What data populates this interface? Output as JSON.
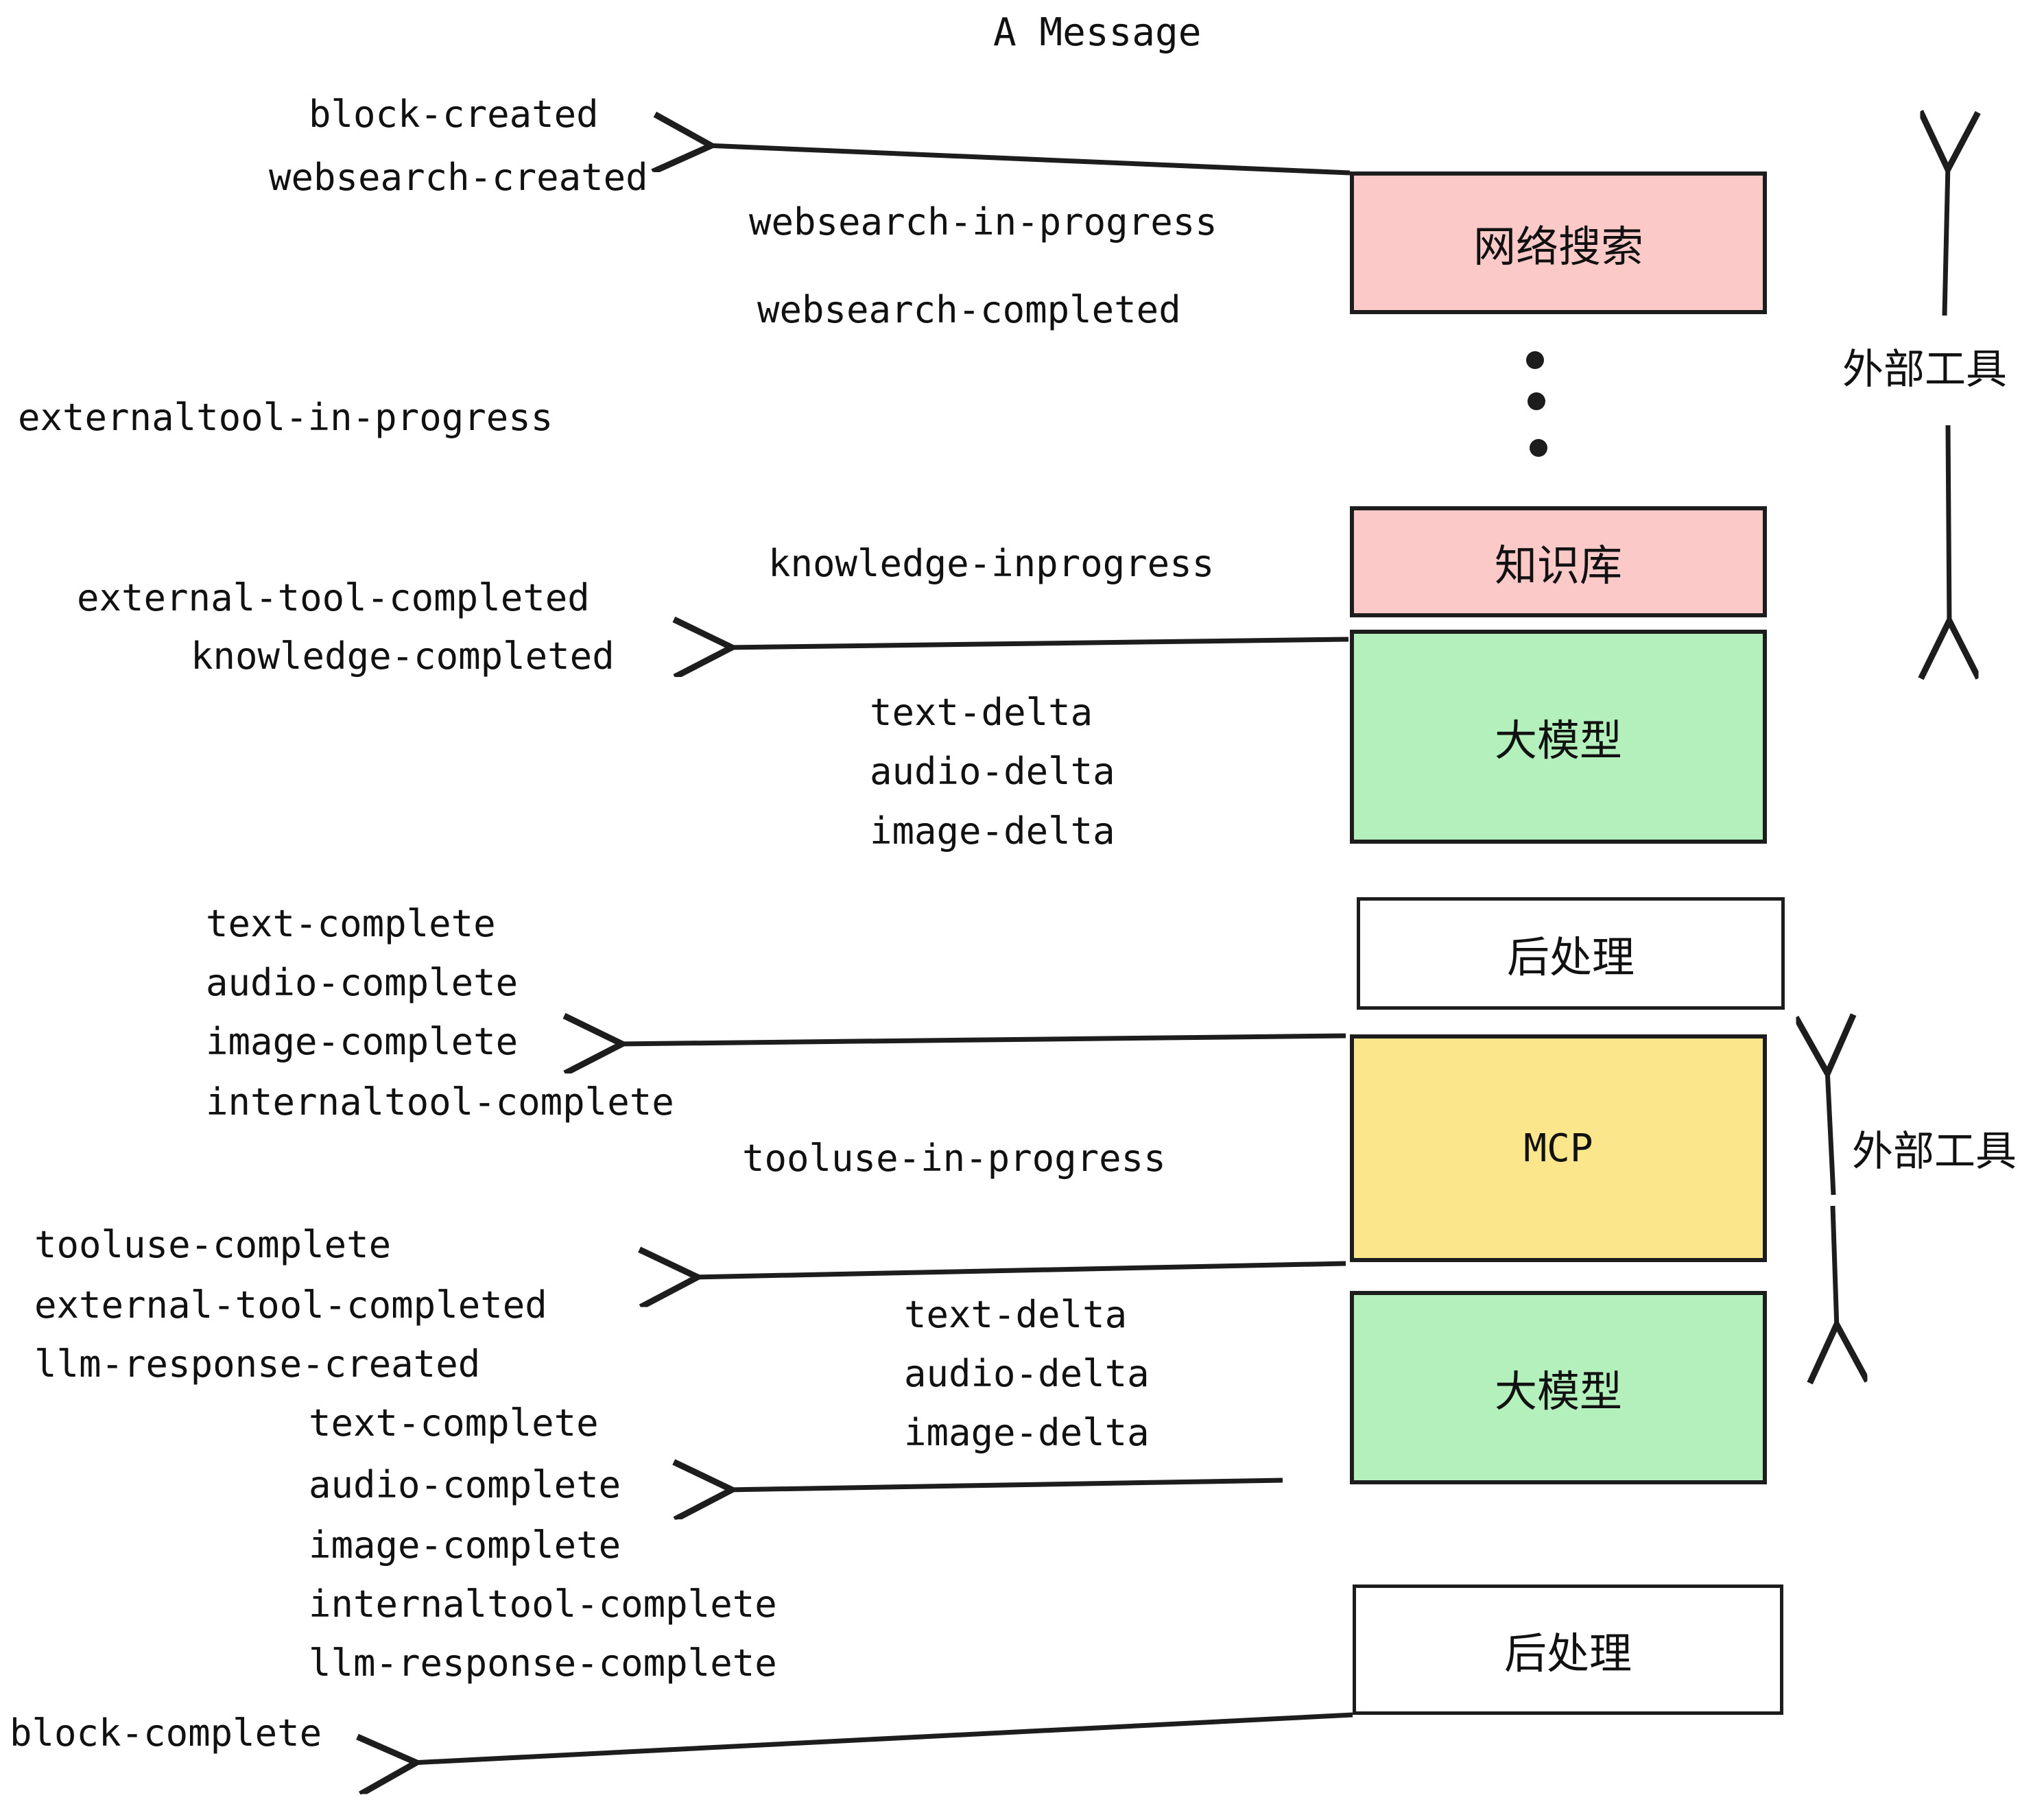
{
  "title": "A Message",
  "colors": {
    "pink": "#FCC9C9",
    "green": "#B4F0BC",
    "yellow": "#FCE68C",
    "white": "#FFFFFF",
    "stroke": "#1D1D1D",
    "text": "#111111"
  },
  "nodes": [
    {
      "id": "websearch",
      "label": "网络搜索",
      "fill": "#FCC9C9",
      "mono": false
    },
    {
      "id": "knowledge",
      "label": "知识库",
      "fill": "#FCC9C9",
      "mono": false
    },
    {
      "id": "llm1",
      "label": "大模型",
      "fill": "#B4F0BC",
      "mono": false
    },
    {
      "id": "post1",
      "label": "后处理",
      "fill": "#FFFFFF",
      "mono": false
    },
    {
      "id": "mcp",
      "label": "MCP",
      "fill": "#FCE68C",
      "mono": true
    },
    {
      "id": "llm2",
      "label": "大模型",
      "fill": "#B4F0BC",
      "mono": false
    },
    {
      "id": "post2",
      "label": "后处理",
      "fill": "#FFFFFF",
      "mono": false
    }
  ],
  "group_labels": [
    {
      "id": "ext-tools-top",
      "label": "外部工具"
    },
    {
      "id": "ext-tools-bottom",
      "label": "外部工具"
    }
  ],
  "events": [
    {
      "id": "block-created",
      "label": "block-created"
    },
    {
      "id": "websearch-created",
      "label": "websearch-created"
    },
    {
      "id": "websearch-in-progress",
      "label": "websearch-in-progress"
    },
    {
      "id": "websearch-completed",
      "label": "websearch-completed"
    },
    {
      "id": "externaltool-in-progress",
      "label": "externaltool-in-progress"
    },
    {
      "id": "knowledge-inprogress",
      "label": "knowledge-inprogress"
    },
    {
      "id": "external-tool-completed-1",
      "label": "external-tool-completed"
    },
    {
      "id": "knowledge-completed",
      "label": "knowledge-completed"
    },
    {
      "id": "text-delta-1",
      "label": "text-delta"
    },
    {
      "id": "audio-delta-1",
      "label": "audio-delta"
    },
    {
      "id": "image-delta-1",
      "label": "image-delta"
    },
    {
      "id": "text-complete-1",
      "label": "text-complete"
    },
    {
      "id": "audio-complete-1",
      "label": "audio-complete"
    },
    {
      "id": "image-complete-1",
      "label": "image-complete"
    },
    {
      "id": "internaltool-complete-1",
      "label": "internaltool-complete"
    },
    {
      "id": "tooluse-in-progress",
      "label": "tooluse-in-progress"
    },
    {
      "id": "tooluse-complete",
      "label": "tooluse-complete"
    },
    {
      "id": "external-tool-completed-2",
      "label": "external-tool-completed"
    },
    {
      "id": "llm-response-created",
      "label": "llm-response-created"
    },
    {
      "id": "text-delta-2",
      "label": "text-delta"
    },
    {
      "id": "audio-delta-2",
      "label": "audio-delta"
    },
    {
      "id": "image-delta-2",
      "label": "image-delta"
    },
    {
      "id": "text-complete-2",
      "label": "text-complete"
    },
    {
      "id": "audio-complete-2",
      "label": "audio-complete"
    },
    {
      "id": "image-complete-2",
      "label": "image-complete"
    },
    {
      "id": "internaltool-complete-2",
      "label": "internaltool-complete"
    },
    {
      "id": "llm-response-complete",
      "label": "llm-response-complete"
    },
    {
      "id": "block-complete",
      "label": "block-complete"
    }
  ]
}
